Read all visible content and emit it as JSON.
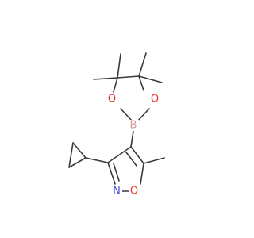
{
  "molecule": {
    "colors": {
      "bond": "#3a3a3a",
      "carbon": "#3a3a3a",
      "oxygen": "#e8352d",
      "nitrogen": "#3f51d8",
      "boron": "#d29898"
    },
    "atoms": [
      {
        "id": "B",
        "label": "B",
        "element": "boron"
      },
      {
        "id": "O1",
        "label": "O",
        "element": "oxygen"
      },
      {
        "id": "O2",
        "label": "O",
        "element": "oxygen"
      },
      {
        "id": "N",
        "label": "N",
        "element": "nitrogen"
      },
      {
        "id": "O3",
        "label": "O",
        "element": "oxygen"
      }
    ]
  }
}
